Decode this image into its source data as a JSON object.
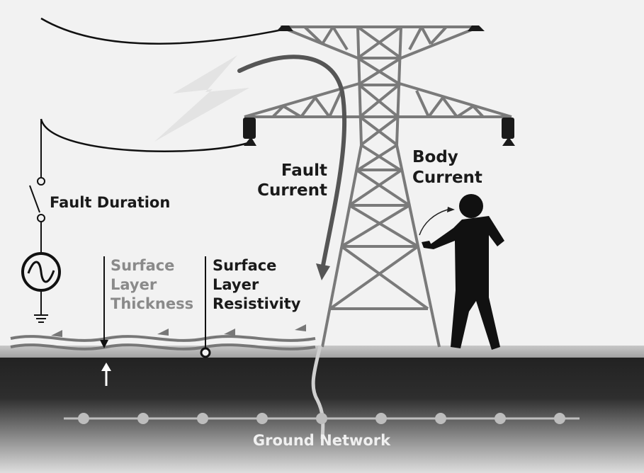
{
  "labels": {
    "fault_duration": "Fault Duration",
    "fault_current": [
      "Fault",
      "Current"
    ],
    "body_current": [
      "Body",
      "Current"
    ],
    "surface_layer_thickness": [
      "Surface",
      "Layer",
      "Thickness"
    ],
    "surface_layer_resistivity": [
      "Surface",
      "Layer",
      "Resistivity"
    ],
    "ground_network": "Ground Network"
  },
  "colors": {
    "sky": "#f2f2f2",
    "ink": "#1a1a1a",
    "tower": "#7a7a7a",
    "thickness_label": "#8a8a8a",
    "ground_top": "#222222",
    "ground_bottom": "#dcdcdc",
    "network": "#bdbdbd"
  },
  "icons": [
    "ac-source-icon",
    "ground-symbol-icon",
    "switch-icon",
    "lightning-bolt-icon",
    "person-icon"
  ]
}
